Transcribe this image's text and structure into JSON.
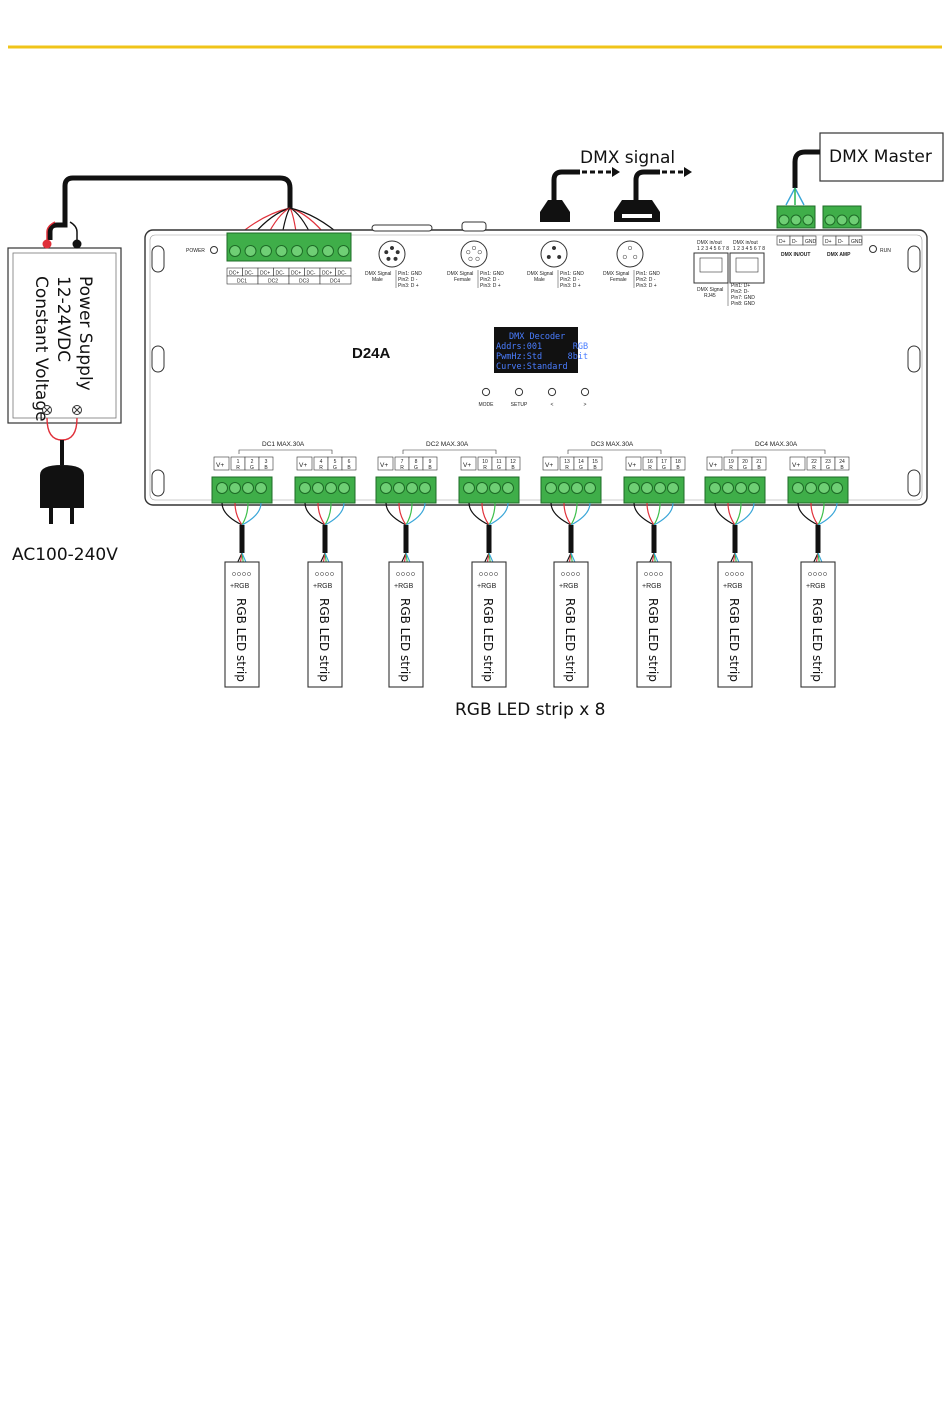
{
  "top_rule_color": "#f0c419",
  "power_supply": {
    "line1": "Power Supply",
    "line2": "12-24VDC",
    "line3": "Constant Voltage"
  },
  "ac_label": "AC100-240V",
  "dmx_signal_label": "DMX signal",
  "dmx_master_label": "DMX Master",
  "model": "D24A",
  "power_label": "POWER",
  "run_label": "RUN",
  "dc_terminals": [
    {
      "pins": [
        "DC+",
        "DC-"
      ],
      "name": "DC1"
    },
    {
      "pins": [
        "DC+",
        "DC-"
      ],
      "name": "DC2"
    },
    {
      "pins": [
        "DC+",
        "DC-"
      ],
      "name": "DC3"
    },
    {
      "pins": [
        "DC+",
        "DC-"
      ],
      "name": "DC4"
    }
  ],
  "xlr_ports": [
    {
      "title": "DMX Signal",
      "sub": "Male",
      "pins": [
        "Pin1: GND",
        "Pin2: D -",
        "Pin3: D +"
      ]
    },
    {
      "title": "DMX Signal",
      "sub": "Female",
      "pins": [
        "Pin1: GND",
        "Pin2: D -",
        "Pin3: D +"
      ]
    },
    {
      "title": "DMX Signal",
      "sub": "Male",
      "pins": [
        "Pin1: GND",
        "Pin2: D -",
        "Pin3: D +"
      ]
    },
    {
      "title": "DMX Signal",
      "sub": "Female",
      "pins": [
        "Pin1: GND",
        "Pin2: D -",
        "Pin3: D +"
      ]
    }
  ],
  "rj45": {
    "port_labels": [
      "DMX in/out",
      "DMX in/out"
    ],
    "pin_numbers": "1 2 3 4 5 6 7 8",
    "signal_title": "DMX Signal",
    "signal_sub": "RJ45",
    "pins": [
      "Pin1: D+",
      "Pin2: D-",
      "Pin7: GND",
      "Pin8: GND"
    ]
  },
  "dmx_inout": {
    "pins": [
      "D+",
      "D-",
      "GND"
    ],
    "label": "DMX IN/OUT"
  },
  "dmx_amp": {
    "pins": [
      "D+",
      "D-",
      "GND"
    ],
    "label": "DMX AMP"
  },
  "oled": [
    "DMX Decoder",
    "Addrs:001      RGB",
    "PwmHz:Std     8bit",
    "Curve:Standard"
  ],
  "buttons": [
    "MODE",
    "SETUP",
    "<",
    ">"
  ],
  "output_groups": [
    {
      "title": "DC1  MAX.30A",
      "blocks": [
        {
          "vplus": "V+",
          "channels": [
            [
              "1",
              "R"
            ],
            [
              "2",
              "G"
            ],
            [
              "3",
              "B"
            ]
          ]
        },
        {
          "vplus": "V+",
          "channels": [
            [
              "4",
              "R"
            ],
            [
              "5",
              "G"
            ],
            [
              "6",
              "B"
            ]
          ]
        }
      ]
    },
    {
      "title": "DC2  MAX.30A",
      "blocks": [
        {
          "vplus": "V+",
          "channels": [
            [
              "7",
              "R"
            ],
            [
              "8",
              "G"
            ],
            [
              "9",
              "B"
            ]
          ]
        },
        {
          "vplus": "V+",
          "channels": [
            [
              "10",
              "R"
            ],
            [
              "11",
              "G"
            ],
            [
              "12",
              "B"
            ]
          ]
        }
      ]
    },
    {
      "title": "DC3  MAX.30A",
      "blocks": [
        {
          "vplus": "V+",
          "channels": [
            [
              "13",
              "R"
            ],
            [
              "14",
              "G"
            ],
            [
              "15",
              "B"
            ]
          ]
        },
        {
          "vplus": "V+",
          "channels": [
            [
              "16",
              "R"
            ],
            [
              "17",
              "G"
            ],
            [
              "18",
              "B"
            ]
          ]
        }
      ]
    },
    {
      "title": "DC4  MAX.30A",
      "blocks": [
        {
          "vplus": "V+",
          "channels": [
            [
              "19",
              "R"
            ],
            [
              "20",
              "G"
            ],
            [
              "21",
              "B"
            ]
          ]
        },
        {
          "vplus": "V+",
          "channels": [
            [
              "22",
              "R"
            ],
            [
              "23",
              "G"
            ],
            [
              "24",
              "B"
            ]
          ]
        }
      ]
    }
  ],
  "strip": {
    "pins": "+RGB",
    "label": "RGB LED strip",
    "count": 8
  },
  "strips_caption": "RGB LED strip x 8",
  "wire_colors": {
    "red": "#e0303a",
    "black": "#111111",
    "green": "#3bbf4a",
    "blue": "#39a6d8",
    "terminal": "#3fae49"
  }
}
